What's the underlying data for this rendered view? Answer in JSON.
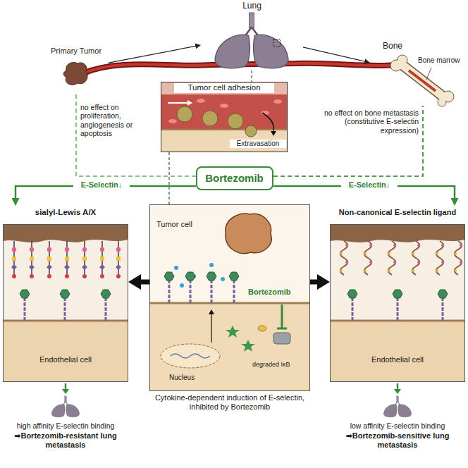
{
  "diagram": {
    "nodes": [
      {
        "text": [
          "Primary Tumor"
        ]
      },
      {
        "text": [
          "Lung"
        ]
      },
      {
        "text": [
          "Bone",
          "Bone marrow"
        ]
      },
      {
        "text": [
          "Tumor cell adhesion",
          "Extravasation"
        ]
      },
      {
        "text": [
          "Bortezomib"
        ]
      },
      {
        "text": [
          "sialyl-Lewis A/X",
          "Endothelial cell"
        ]
      },
      {
        "text": [
          "Tumor cell",
          "Bortezomib",
          "Nucleus",
          "degraded IκB",
          "Cytokine-dependent induction of E-selectin, inhibited by Bortezomib"
        ]
      },
      {
        "text": [
          "Non-canonical E-selectin ligand",
          "Endothelial cell"
        ]
      }
    ],
    "edges": [
      {
        "from": 0,
        "to": 1,
        "arrow": "to"
      },
      {
        "from": 1,
        "to": 2,
        "arrow": "to"
      },
      {
        "from": 1,
        "to": 3,
        "arrow": "none"
      },
      {
        "from": 3,
        "to": 6,
        "arrow": "none"
      },
      {
        "from": 4,
        "to": 0,
        "arrow": "none",
        "label": "no effect on proliferation, angiogenesis or apoptosis"
      },
      {
        "from": 4,
        "to": 2,
        "arrow": "none",
        "label": "no effect on bone metastasis (constitutive E-selectin expression)"
      },
      {
        "from": 4,
        "to": 5,
        "arrow": "to",
        "label": "E-Selectin↓"
      },
      {
        "from": 4,
        "to": 7,
        "arrow": "to",
        "label": "E-Selectin↓"
      },
      {
        "from": 6,
        "to": 5,
        "arrow": "to"
      },
      {
        "from": 6,
        "to": 7,
        "arrow": "to"
      }
    ],
    "labels": [
      "high affinity E-selectin binding",
      "➡Bortezomib-resistant lung metastasis",
      "low affinity E-selectin binding",
      "➡Bortezomib-sensitive lung metastasis"
    ]
  }
}
